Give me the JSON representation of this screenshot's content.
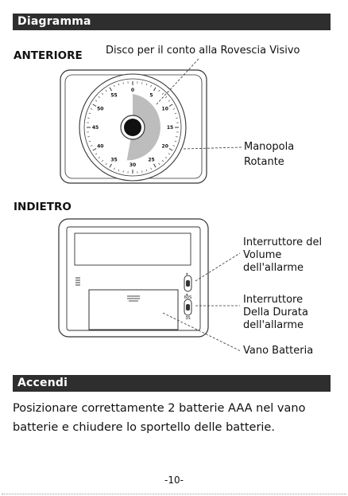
{
  "sections": {
    "diagram_title": "Diagramma",
    "power_title": "Accendi"
  },
  "front": {
    "heading": "ANTERIORE",
    "callout_disc": "Disco per il conto alla Rovescia Visivo",
    "callout_knob_line1": "Manopola",
    "callout_knob_line2": "Rotante",
    "dial_numbers": [
      "0",
      "5",
      "10",
      "15",
      "20",
      "25",
      "30",
      "35",
      "40",
      "45",
      "50",
      "55"
    ]
  },
  "back": {
    "heading": "INDIETRO",
    "callout_volume_line1": "Interruttore del",
    "callout_volume_line2": "Volume",
    "callout_volume_line3": "dell'allarme",
    "callout_duration_line1": "Interruttore",
    "callout_duration_line2": "Della Durata",
    "callout_duration_line3": "dell'allarme",
    "callout_battery": "Vano Batteria",
    "switch_label_a": "60S",
    "switch_label_b": "3S"
  },
  "power": {
    "instruction_line1": "Posizionare correttamente 2 batterie AAA nel vano",
    "instruction_line2": "batterie e chiudere lo sportello delle batterie."
  },
  "page_number": "-10-",
  "colors": {
    "section_bar": "#2e2e2e",
    "disc_fill": "#bdbdbd",
    "line": "#333333"
  }
}
